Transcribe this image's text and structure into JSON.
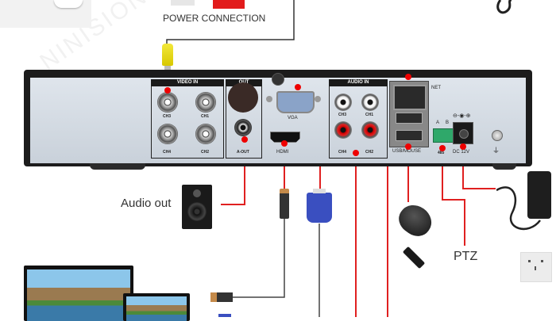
{
  "watermark": "NINISION",
  "title": "POWER CONNECTION",
  "dvr": {
    "sections": {
      "video_in": "VIDEO IN",
      "out": "OUT",
      "audio_in": "AUDIO IN"
    },
    "video_channels": [
      "CH3",
      "CH1",
      "CH4",
      "CH2"
    ],
    "audio_channels": [
      "CH3",
      "CH1",
      "CH4",
      "CH2"
    ],
    "ports": {
      "a_out": "A-OUT",
      "vga": "VGA",
      "hdmi": "HDMI",
      "net": "NET",
      "usb": "USB/MOUSE",
      "rs485_a": "A",
      "rs485_b": "B",
      "rs485": "485",
      "dc": "DC 12V"
    }
  },
  "devices": {
    "audio_out": "Audio out",
    "ptz": "PTZ"
  },
  "colors": {
    "line_red": "#e02020",
    "dvr_body": "#1c1c1c",
    "panel": "#d4dbe3",
    "vga_blue": "#3a4fc0",
    "terminal_green": "#2fa86a"
  }
}
